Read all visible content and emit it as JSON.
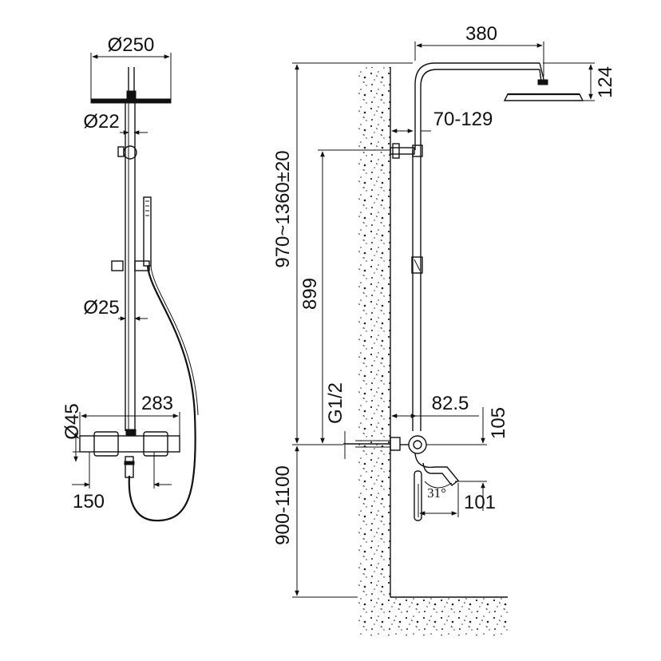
{
  "front_view": {
    "d_head": "Ø250",
    "d_pipe_top": "Ø22",
    "d_pipe_mid": "Ø25",
    "d_mixer": "Ø45",
    "w_mixer": "283",
    "inlet_spacing": "150"
  },
  "side_view": {
    "arm_length": "380",
    "head_drop": "124",
    "bracket_offset": "70-129",
    "total_height": "970~1360±20",
    "inlet_to_bracket": "899",
    "thread": "G1/2",
    "mixer_offset": "82.5",
    "spout_drop": "105",
    "spout_reach": "101",
    "spout_angle": "31°",
    "inlet_height": "900-1100"
  },
  "colors": {
    "line": "#111111",
    "background": "#ffffff"
  }
}
